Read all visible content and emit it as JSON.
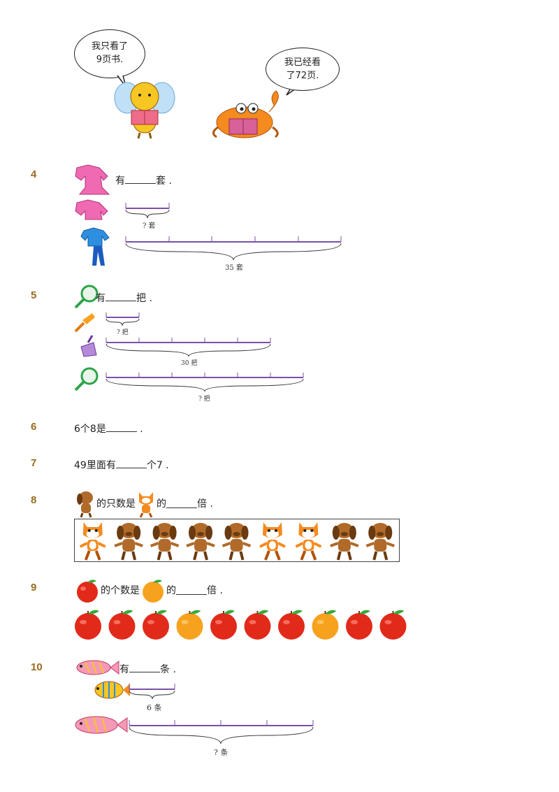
{
  "header": {
    "bee_speech_line1": "我只看了",
    "bee_speech_line2": "9页书.",
    "crab_speech_line1": "我已经看",
    "crab_speech_line2": "了72页."
  },
  "q4": {
    "num": "4",
    "pre": "",
    "post": "有",
    "end": "套 .",
    "label_small": "? 套",
    "label_big": "35 套"
  },
  "q5": {
    "num": "5",
    "post": "有",
    "end": "把 .",
    "label_small": "? 把",
    "label_mid": "30 把",
    "label_big": "? 把"
  },
  "q6": {
    "num": "6",
    "text": "6个8是",
    "end": "."
  },
  "q7": {
    "num": "7",
    "text": "49里面有",
    "end": "个7 ."
  },
  "q8": {
    "num": "8",
    "mid": "的只数是",
    "end1": "的",
    "end2": "倍 .",
    "row": [
      "cat",
      "dog",
      "dog",
      "dog",
      "dog",
      "cat",
      "cat",
      "dog",
      "dog"
    ]
  },
  "q9": {
    "num": "9",
    "mid": "的个数是",
    "end1": "的",
    "end2": "倍 .",
    "row": [
      "apple",
      "apple",
      "apple",
      "orange",
      "apple",
      "apple",
      "apple",
      "orange",
      "apple",
      "apple"
    ]
  },
  "q10": {
    "num": "10",
    "post": "有",
    "end": "条 .",
    "label_small": "6 条",
    "label_big": "? 条"
  },
  "colors": {
    "bar": "#7b4fa8",
    "qnum": "#9a6a1e"
  }
}
